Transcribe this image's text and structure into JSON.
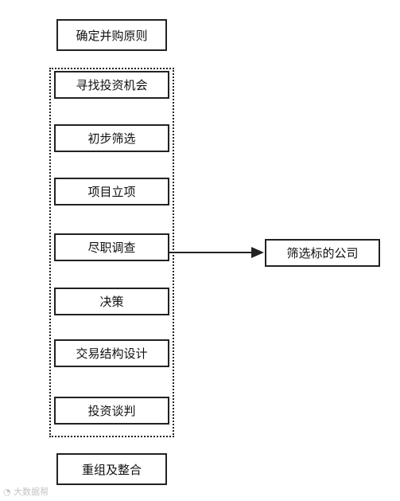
{
  "diagram": {
    "top_step": "确定并购原则",
    "group_steps": [
      "寻找投资机会",
      "初步筛选",
      "项目立项",
      "尽职调查",
      "决策",
      "交易结构设计",
      "投资谈判"
    ],
    "side_output": "筛选标的公司",
    "bottom_step": "重组及整合"
  },
  "watermark": "大数据帮"
}
